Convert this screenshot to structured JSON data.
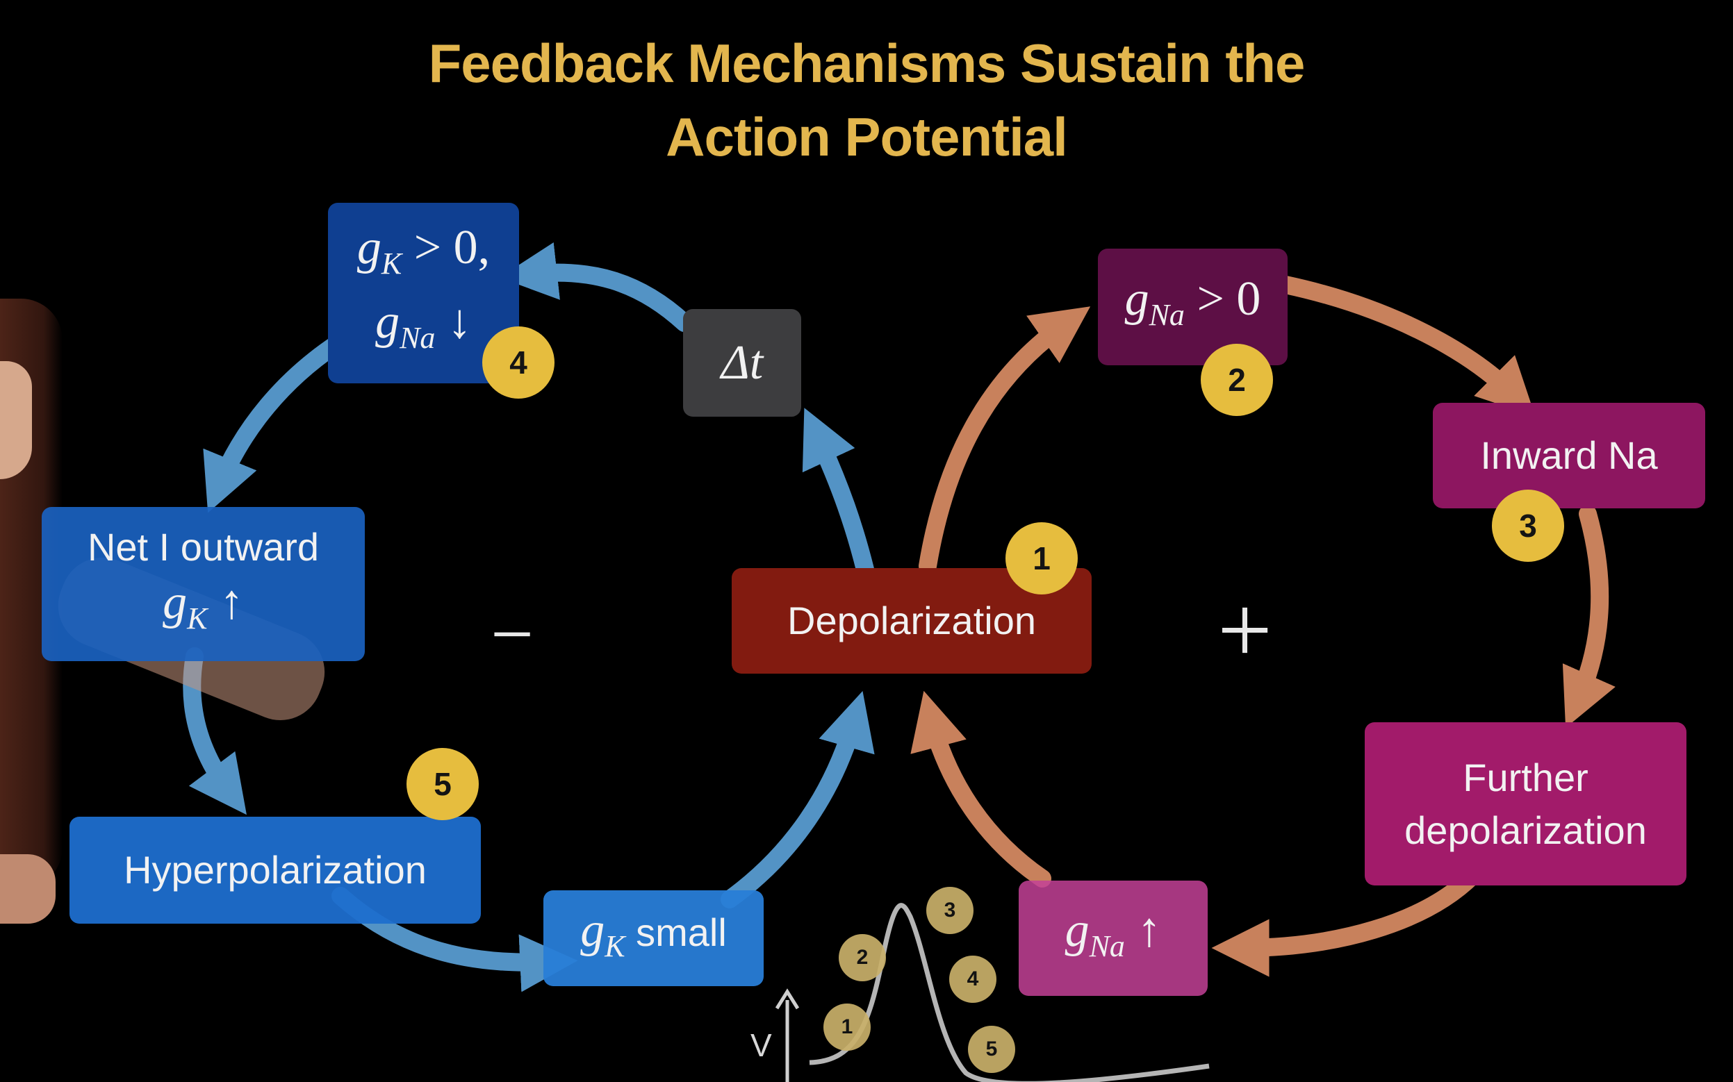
{
  "title": {
    "line1": "Feedback Mechanisms Sustain the",
    "line2": "Action Potential"
  },
  "colors": {
    "title": "#e3b64e",
    "badge": "#e6bd3e",
    "blue_arrow": "#5ba0d6",
    "orange_arrow": "#d98c64"
  },
  "boxes": {
    "gk_gna_down": {
      "line1": "g",
      "sub1": "K",
      "rest1": " > 0,",
      "line2": "g",
      "sub2": "Na",
      "rest2": " ↓"
    },
    "delta_t": {
      "text": "Δt"
    },
    "gna_gt0": {
      "text": "g",
      "sub": "Na",
      "rest": " > 0"
    },
    "inward_na": {
      "text": "Inward Na"
    },
    "net_i_outward": {
      "line1": "Net I outward",
      "var": "g",
      "sub": "K",
      "rest": " ↑"
    },
    "depolarization": {
      "text": "Depolarization"
    },
    "further_depol": {
      "line1": "Further",
      "line2": "depolarization"
    },
    "hyperpolarization": {
      "text": "Hyperpolarization"
    },
    "gk_small": {
      "var": "g",
      "sub": "K",
      "rest": " small"
    },
    "gna_up": {
      "var": "g",
      "sub": "Na",
      "rest": " ↑"
    }
  },
  "badges": {
    "b1": "1",
    "b2": "2",
    "b3": "3",
    "b4": "4",
    "b5": "5"
  },
  "signs": {
    "minus": "−",
    "plus": "+"
  },
  "inset": {
    "axis_label": "V",
    "labels": [
      "1",
      "2",
      "3",
      "4",
      "5"
    ]
  }
}
